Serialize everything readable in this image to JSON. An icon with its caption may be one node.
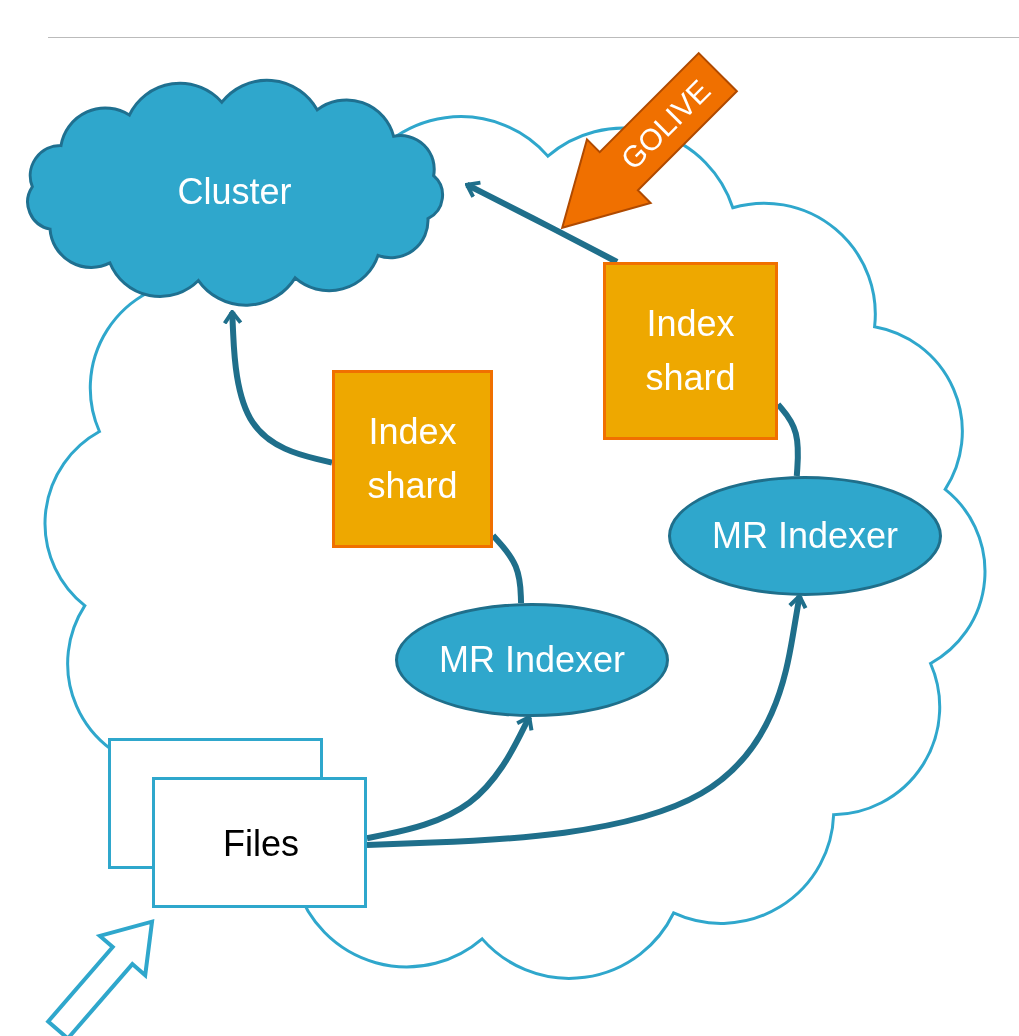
{
  "diagram": {
    "nodes": [
      {
        "text": [],
        "shape": "cloud"
      },
      {
        "text": [
          "Cluster"
        ]
      },
      {
        "text": [
          "Index shard"
        ],
        "in": 0
      },
      {
        "text": [
          "Index shard"
        ],
        "in": 0
      },
      {
        "text": [
          "MR Indexer"
        ],
        "in": 0
      },
      {
        "text": [
          "MR Indexer"
        ],
        "in": 0
      },
      {
        "text": [
          "Files"
        ],
        "in": 0
      },
      {
        "text": [
          "GOLIVE"
        ]
      }
    ],
    "edges": [
      {
        "from": 6,
        "to": 4,
        "arrow": "to"
      },
      {
        "from": 6,
        "to": 5,
        "arrow": "to"
      },
      {
        "from": 4,
        "to": 2,
        "arrow": "none"
      },
      {
        "from": 2,
        "to": 1,
        "arrow": "to"
      },
      {
        "from": 5,
        "to": 3,
        "arrow": "none"
      },
      {
        "from": 3,
        "to": 1,
        "arrow": "to"
      },
      {
        "from": null,
        "to": 6,
        "arrow": "to",
        "style": "thick",
        "color": "#2fa7cc"
      }
    ]
  }
}
